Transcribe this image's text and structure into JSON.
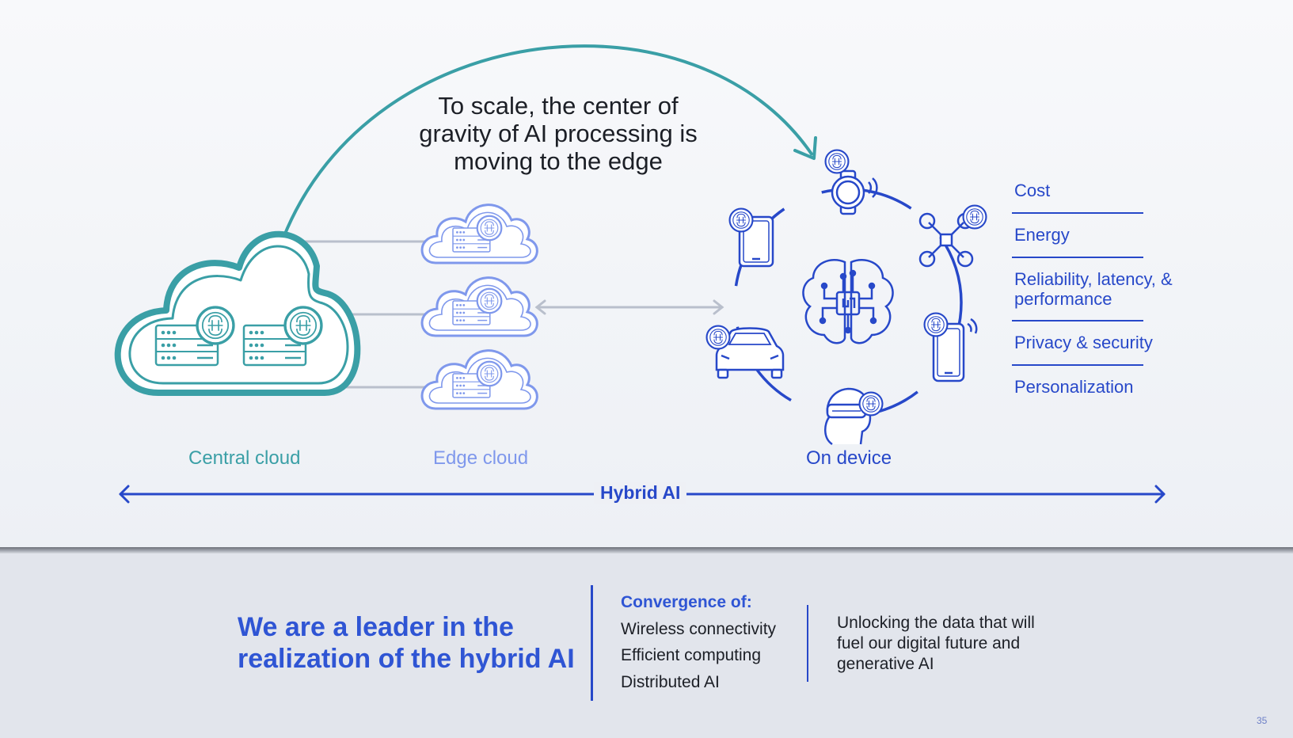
{
  "headline": "To scale, the center of gravity of AI processing is moving to the edge",
  "categories": {
    "central": "Central cloud",
    "edge": "Edge cloud",
    "device": "On device"
  },
  "hybrid_label": "Hybrid AI",
  "benefits": [
    "Cost",
    "Energy",
    "Reliability, latency, & performance",
    "Privacy & security",
    "Personalization"
  ],
  "bottom": {
    "leader_title": "We are a leader in the realization of the hybrid AI",
    "convergence_title": "Convergence of:",
    "convergence_items": [
      "Wireless connectivity",
      "Efficient computing",
      "Distributed AI"
    ],
    "unlock_text": "Unlocking the data that will fuel our digital future and generative AI"
  },
  "page_number": "35",
  "colors": {
    "teal": "#3a9fa6",
    "edge_blue": "#7f98ec",
    "brand_blue": "#2748c9",
    "connector_gray": "#b9bfcc"
  },
  "icons": {
    "central": [
      "cloud-icon",
      "server-rack-icon",
      "ai-brain-chip-icon"
    ],
    "edge": [
      "cloud-icon",
      "server-icon",
      "ai-brain-chip-icon"
    ],
    "device": [
      "ai-brain-icon",
      "smartwatch-icon",
      "drone-icon",
      "smartphone-icon",
      "vr-headset-icon",
      "car-icon",
      "tablet-icon"
    ]
  }
}
